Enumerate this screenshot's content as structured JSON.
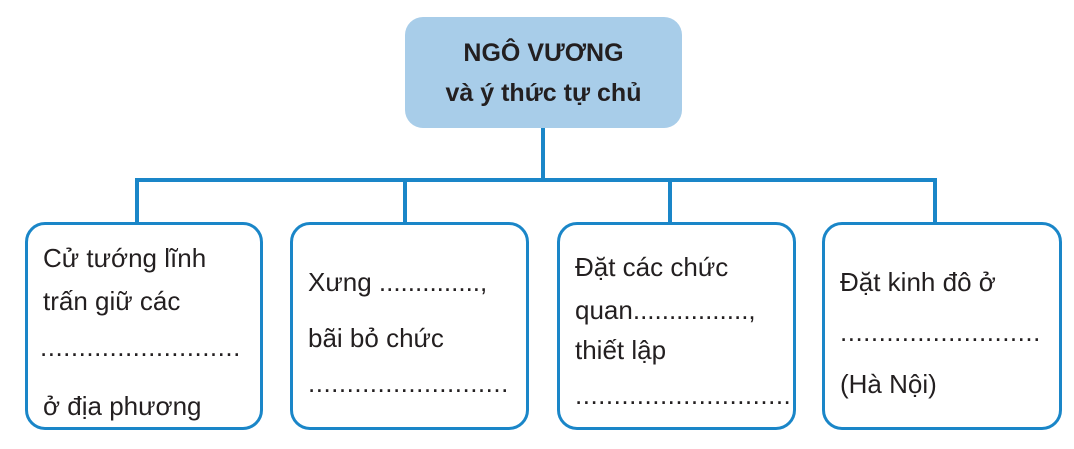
{
  "root": {
    "line1": "NGÔ VƯƠNG",
    "line2": "và ý thức tự chủ"
  },
  "boxes": [
    {
      "lines": [
        "Cử tướng lĩnh",
        "trấn giữ các",
        "..........................",
        "ở địa phương"
      ]
    },
    {
      "lines": [
        "Xưng ..............,",
        "bãi bỏ chức",
        ".........................."
      ]
    },
    {
      "lines": [
        "Đặt các chức",
        "quan................,",
        "thiết lập",
        "............................"
      ]
    },
    {
      "lines": [
        "Đặt kinh đô ở",
        "..........................",
        "(Hà Nội)"
      ]
    }
  ],
  "colors": {
    "line": "#1a86c8",
    "root_fill": "#a8cde9"
  }
}
